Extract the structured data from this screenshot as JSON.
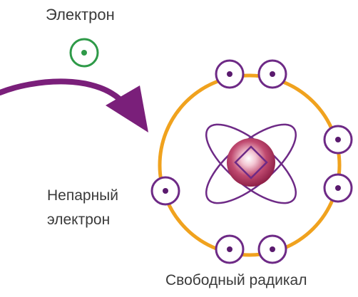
{
  "labels": {
    "electron": "Электрон",
    "unpaired_line1": "Непарный",
    "unpaired_line2": "электрон",
    "free_radical": "Свободный радикал"
  },
  "colors": {
    "orbit": "#f0a21e",
    "electron_shell": "#6e2a86",
    "electron_core": "#5a1a6e",
    "incoming_electron": "#2e9a48",
    "arrow": "#7a1f7a",
    "nucleus": "#b03060",
    "nucleus_orbital": "#6e2a86",
    "text": "#3a3a3a"
  },
  "icons": {
    "incoming": "incoming-electron-icon",
    "arrow": "curved-arrow-icon",
    "nucleus": "nucleus-icon"
  }
}
